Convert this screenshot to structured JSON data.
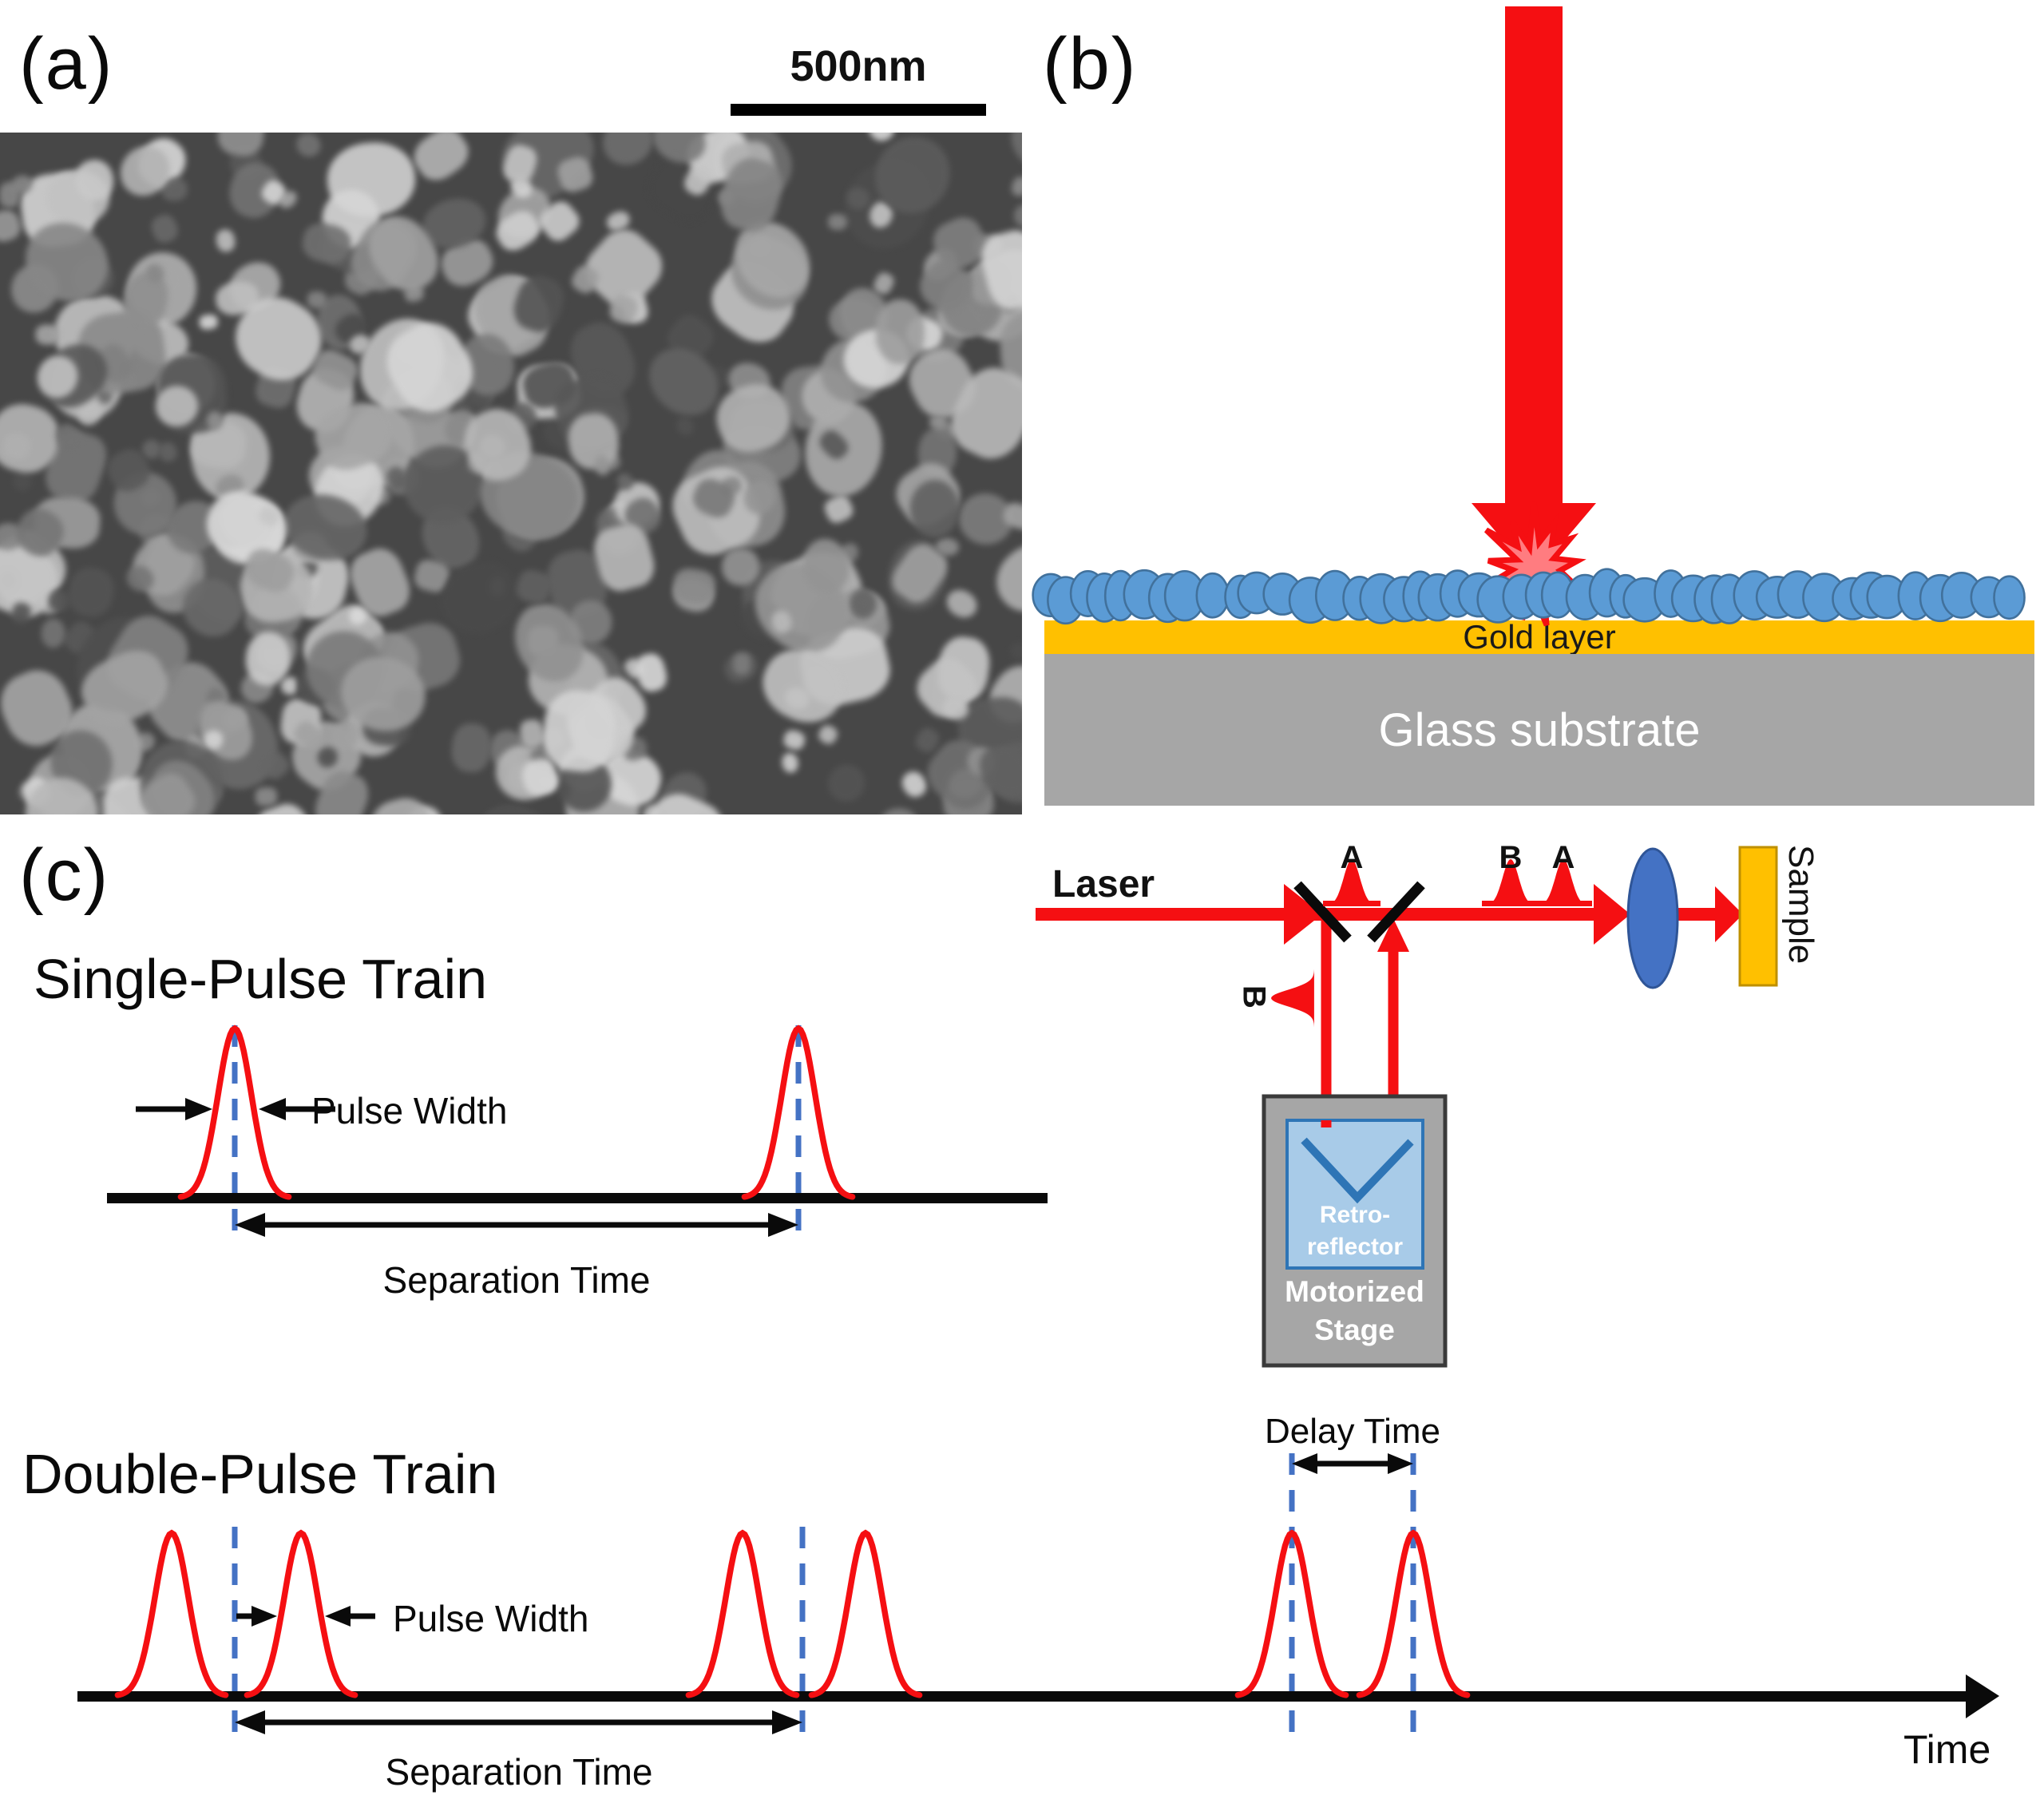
{
  "panel_a": {
    "label": "(a)",
    "scale_bar": "500nm"
  },
  "panel_b": {
    "label": "(b)",
    "gold": "Gold layer",
    "glass": "Glass substrate"
  },
  "optics": {
    "laser": "Laser",
    "pulse_a1": "A",
    "pulse_b2": "B",
    "pulse_a2": "A",
    "pulse_b_side": "B",
    "sample": "Sample",
    "retro_line1": "Retro-",
    "retro_line2": "reflector",
    "stage_line1": "Motorized",
    "stage_line2": "Stage"
  },
  "single_train": {
    "label": "(c)",
    "title": "Single-Pulse Train",
    "pulse_width": "Pulse Width",
    "separation": "Separation Time"
  },
  "double_train": {
    "title": "Double-Pulse Train",
    "pulse_width": "Pulse Width",
    "separation": "Separation Time",
    "delay": "Delay Time",
    "time_axis": "Time"
  },
  "colors": {
    "red": "#F50F12",
    "accent_blue": "#4472C4",
    "particle_blue": "#5B9BD5",
    "particle_stroke": "#41719C",
    "gold": "#FFC000",
    "gold_stroke": "#BF9000",
    "glass_gray": "#A6A6A6",
    "stage_gray": "#A6A6A6",
    "stage_stroke": "#3A3A3A",
    "retro_light_blue": "#A8CBE8",
    "retro_blue": "#2E75B6",
    "lens_blue": "#4472C4",
    "starburst_fill": "#FF7C80"
  }
}
